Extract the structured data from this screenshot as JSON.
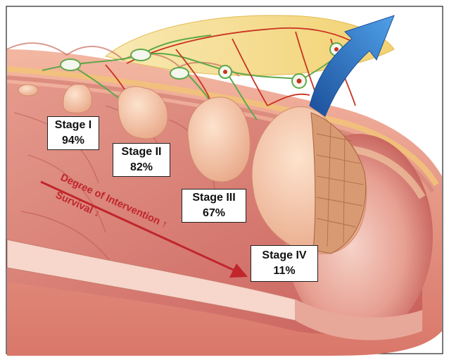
{
  "labels": {
    "stage1": {
      "name": "Stage I",
      "survival": "94%"
    },
    "stage2": {
      "name": "Stage II",
      "survival": "82%"
    },
    "stage3": {
      "name": "Stage III",
      "survival": "67%"
    },
    "stage4": {
      "name": "Stage IV",
      "survival": "11%"
    }
  },
  "arrow_text": {
    "intervention": "Degree of Intervention ↑",
    "survival": "Survival ↓"
  },
  "colors": {
    "frame": "#222222",
    "colon_outer": "#e89880",
    "colon_inner": "#d9706a",
    "mucosa": "#f4c2b4",
    "fat": "#f5dc8a",
    "tumor": "#f5c8a8",
    "arrow_red": "#c0262b",
    "arrow_blue": "#2c6fc0",
    "vessel_red": "#c8331f",
    "lymph_green": "#5fa84a"
  }
}
